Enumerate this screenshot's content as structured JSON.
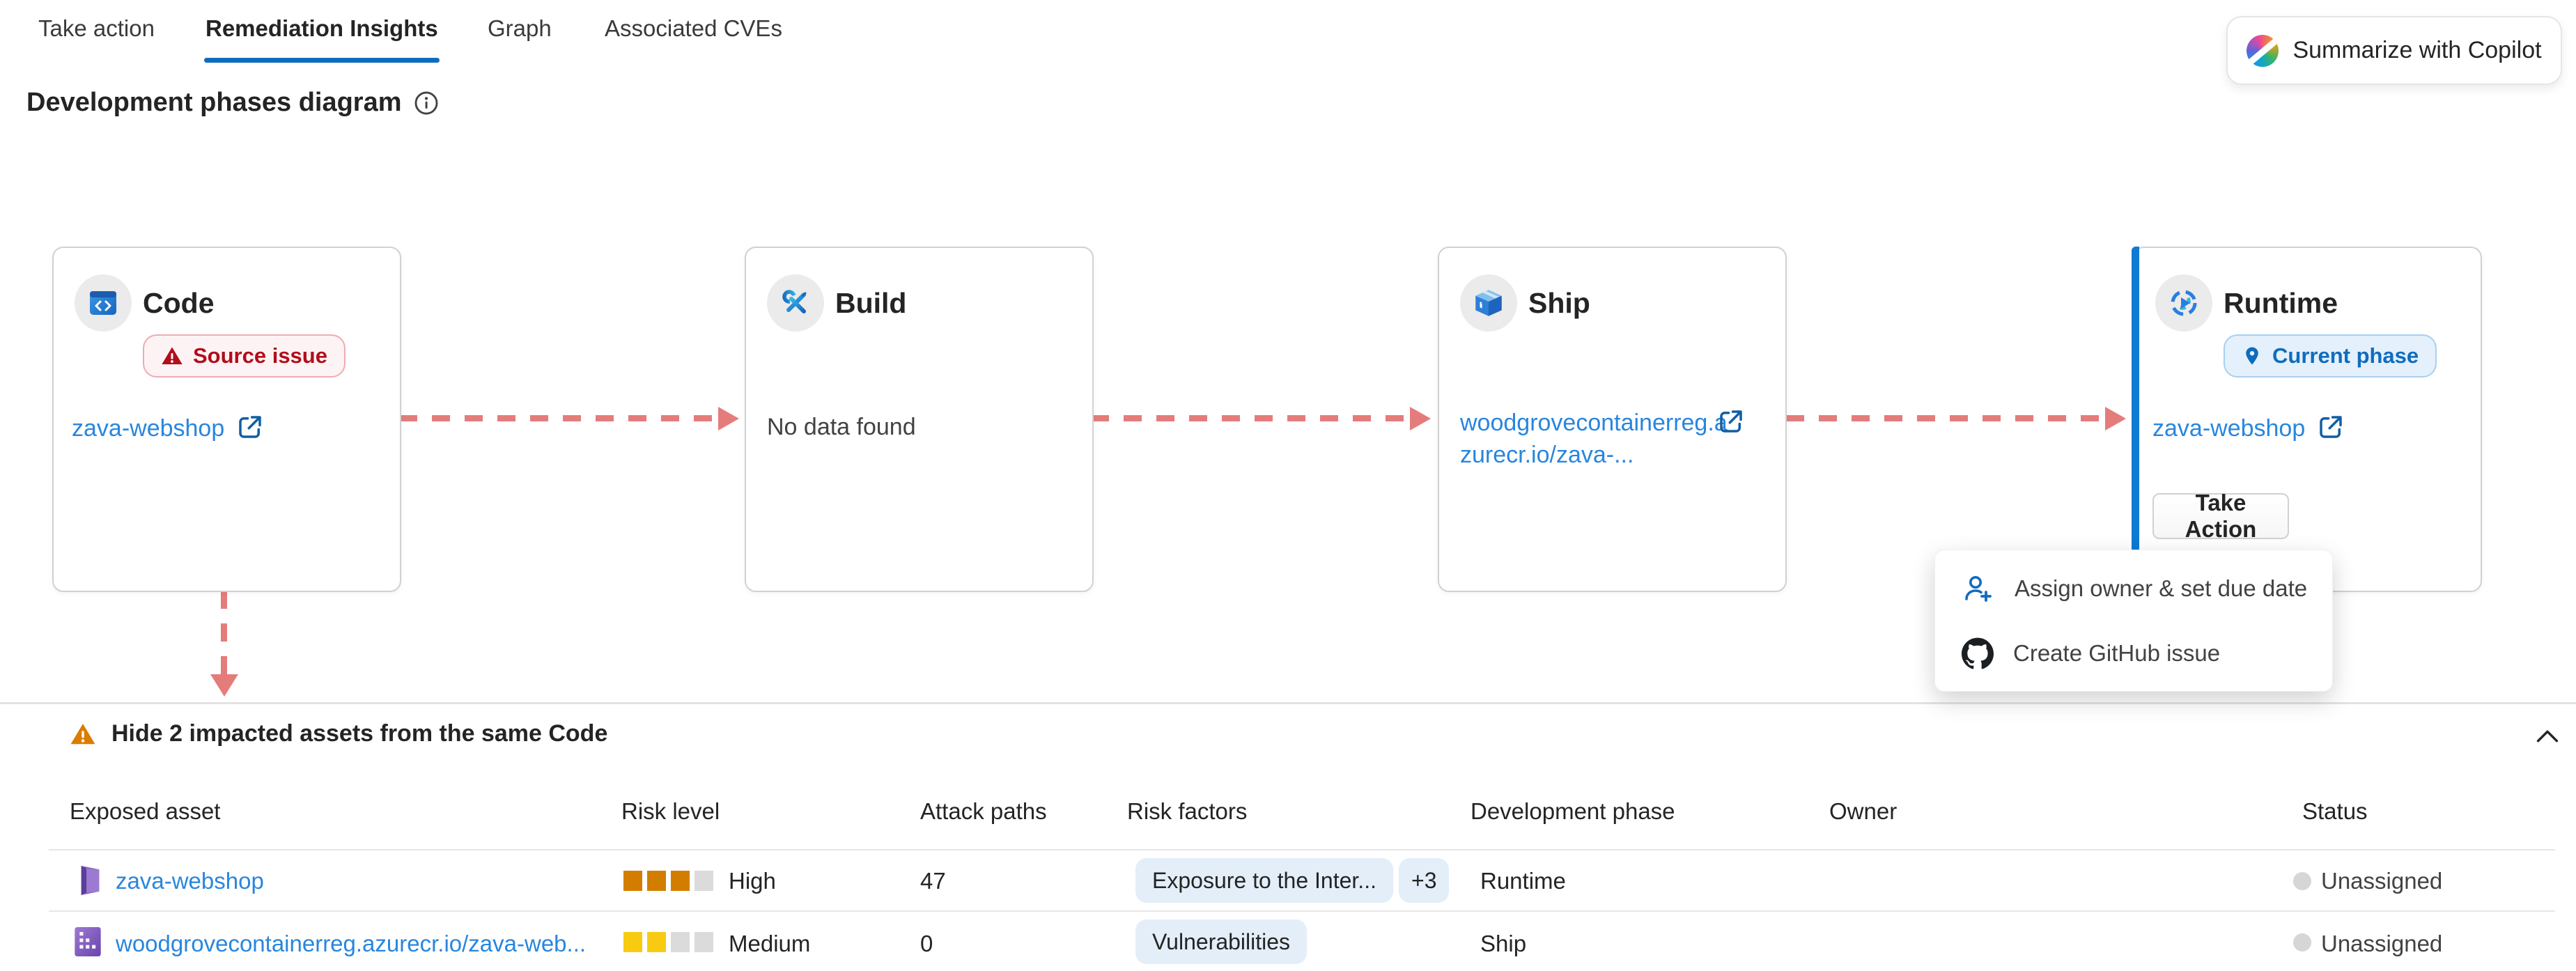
{
  "tabs": {
    "items": [
      {
        "label": "Take action"
      },
      {
        "label": "Remediation Insights"
      },
      {
        "label": "Graph"
      },
      {
        "label": "Associated CVEs"
      }
    ],
    "active_index": 1
  },
  "copilot": {
    "label": "Summarize with Copilot",
    "icon": "copilot-logo"
  },
  "heading": {
    "title": "Development phases diagram",
    "icon": "info-icon"
  },
  "phases": {
    "code": {
      "title": "Code",
      "badge": "Source issue",
      "link": "zava-webshop",
      "icon": "code-window-icon"
    },
    "build": {
      "title": "Build",
      "empty": "No data found",
      "icon": "tools-icon"
    },
    "ship": {
      "title": "Ship",
      "link_line1": "woodgrovecontainerreg.a",
      "link_line2": "zurecr.io/zava-...",
      "icon": "package-icon"
    },
    "runtime": {
      "title": "Runtime",
      "badge": "Current phase",
      "link": "zava-webshop",
      "button": "Take Action",
      "icon": "runtime-icon"
    }
  },
  "menu": {
    "items": [
      {
        "label": "Assign owner & set due date",
        "icon": "person-add-icon"
      },
      {
        "label": "Create GitHub issue",
        "icon": "github-icon"
      }
    ]
  },
  "assets_section": {
    "title": "Hide 2 impacted assets from the same Code",
    "columns": [
      "Exposed asset",
      "Risk level",
      "Attack paths",
      "Risk factors",
      "Development phase",
      "Owner",
      "Status"
    ],
    "rows": [
      {
        "asset": "zava-webshop",
        "asset_icon": "app-service-icon",
        "risk_label": "High",
        "risk_filled": 3,
        "risk_color": "#d27d00",
        "attack_paths": "47",
        "factor1": "Exposure to the Inter...",
        "factor2": "+3",
        "phase": "Runtime",
        "owner": "",
        "status": "Unassigned"
      },
      {
        "asset": "woodgrovecontainerreg.azurecr.io/zava-web...",
        "asset_icon": "container-registry-icon",
        "risk_label": "Medium",
        "risk_filled": 2,
        "risk_color": "#f8cb12",
        "attack_paths": "0",
        "factor1": "Vulnerabilities",
        "factor2": "",
        "phase": "Ship",
        "owner": "",
        "status": "Unassigned"
      }
    ]
  },
  "colors": {
    "accent": "#0f6cbd",
    "link": "#2886de",
    "dashed_arrow": "#e57c7c",
    "risk_empty": "#dbdbdb",
    "source_issue_text": "#b10e1c",
    "current_phase_text": "#0f6cbd",
    "warning_orange": "#db7c00",
    "status_dot": "#d6d6d6"
  }
}
